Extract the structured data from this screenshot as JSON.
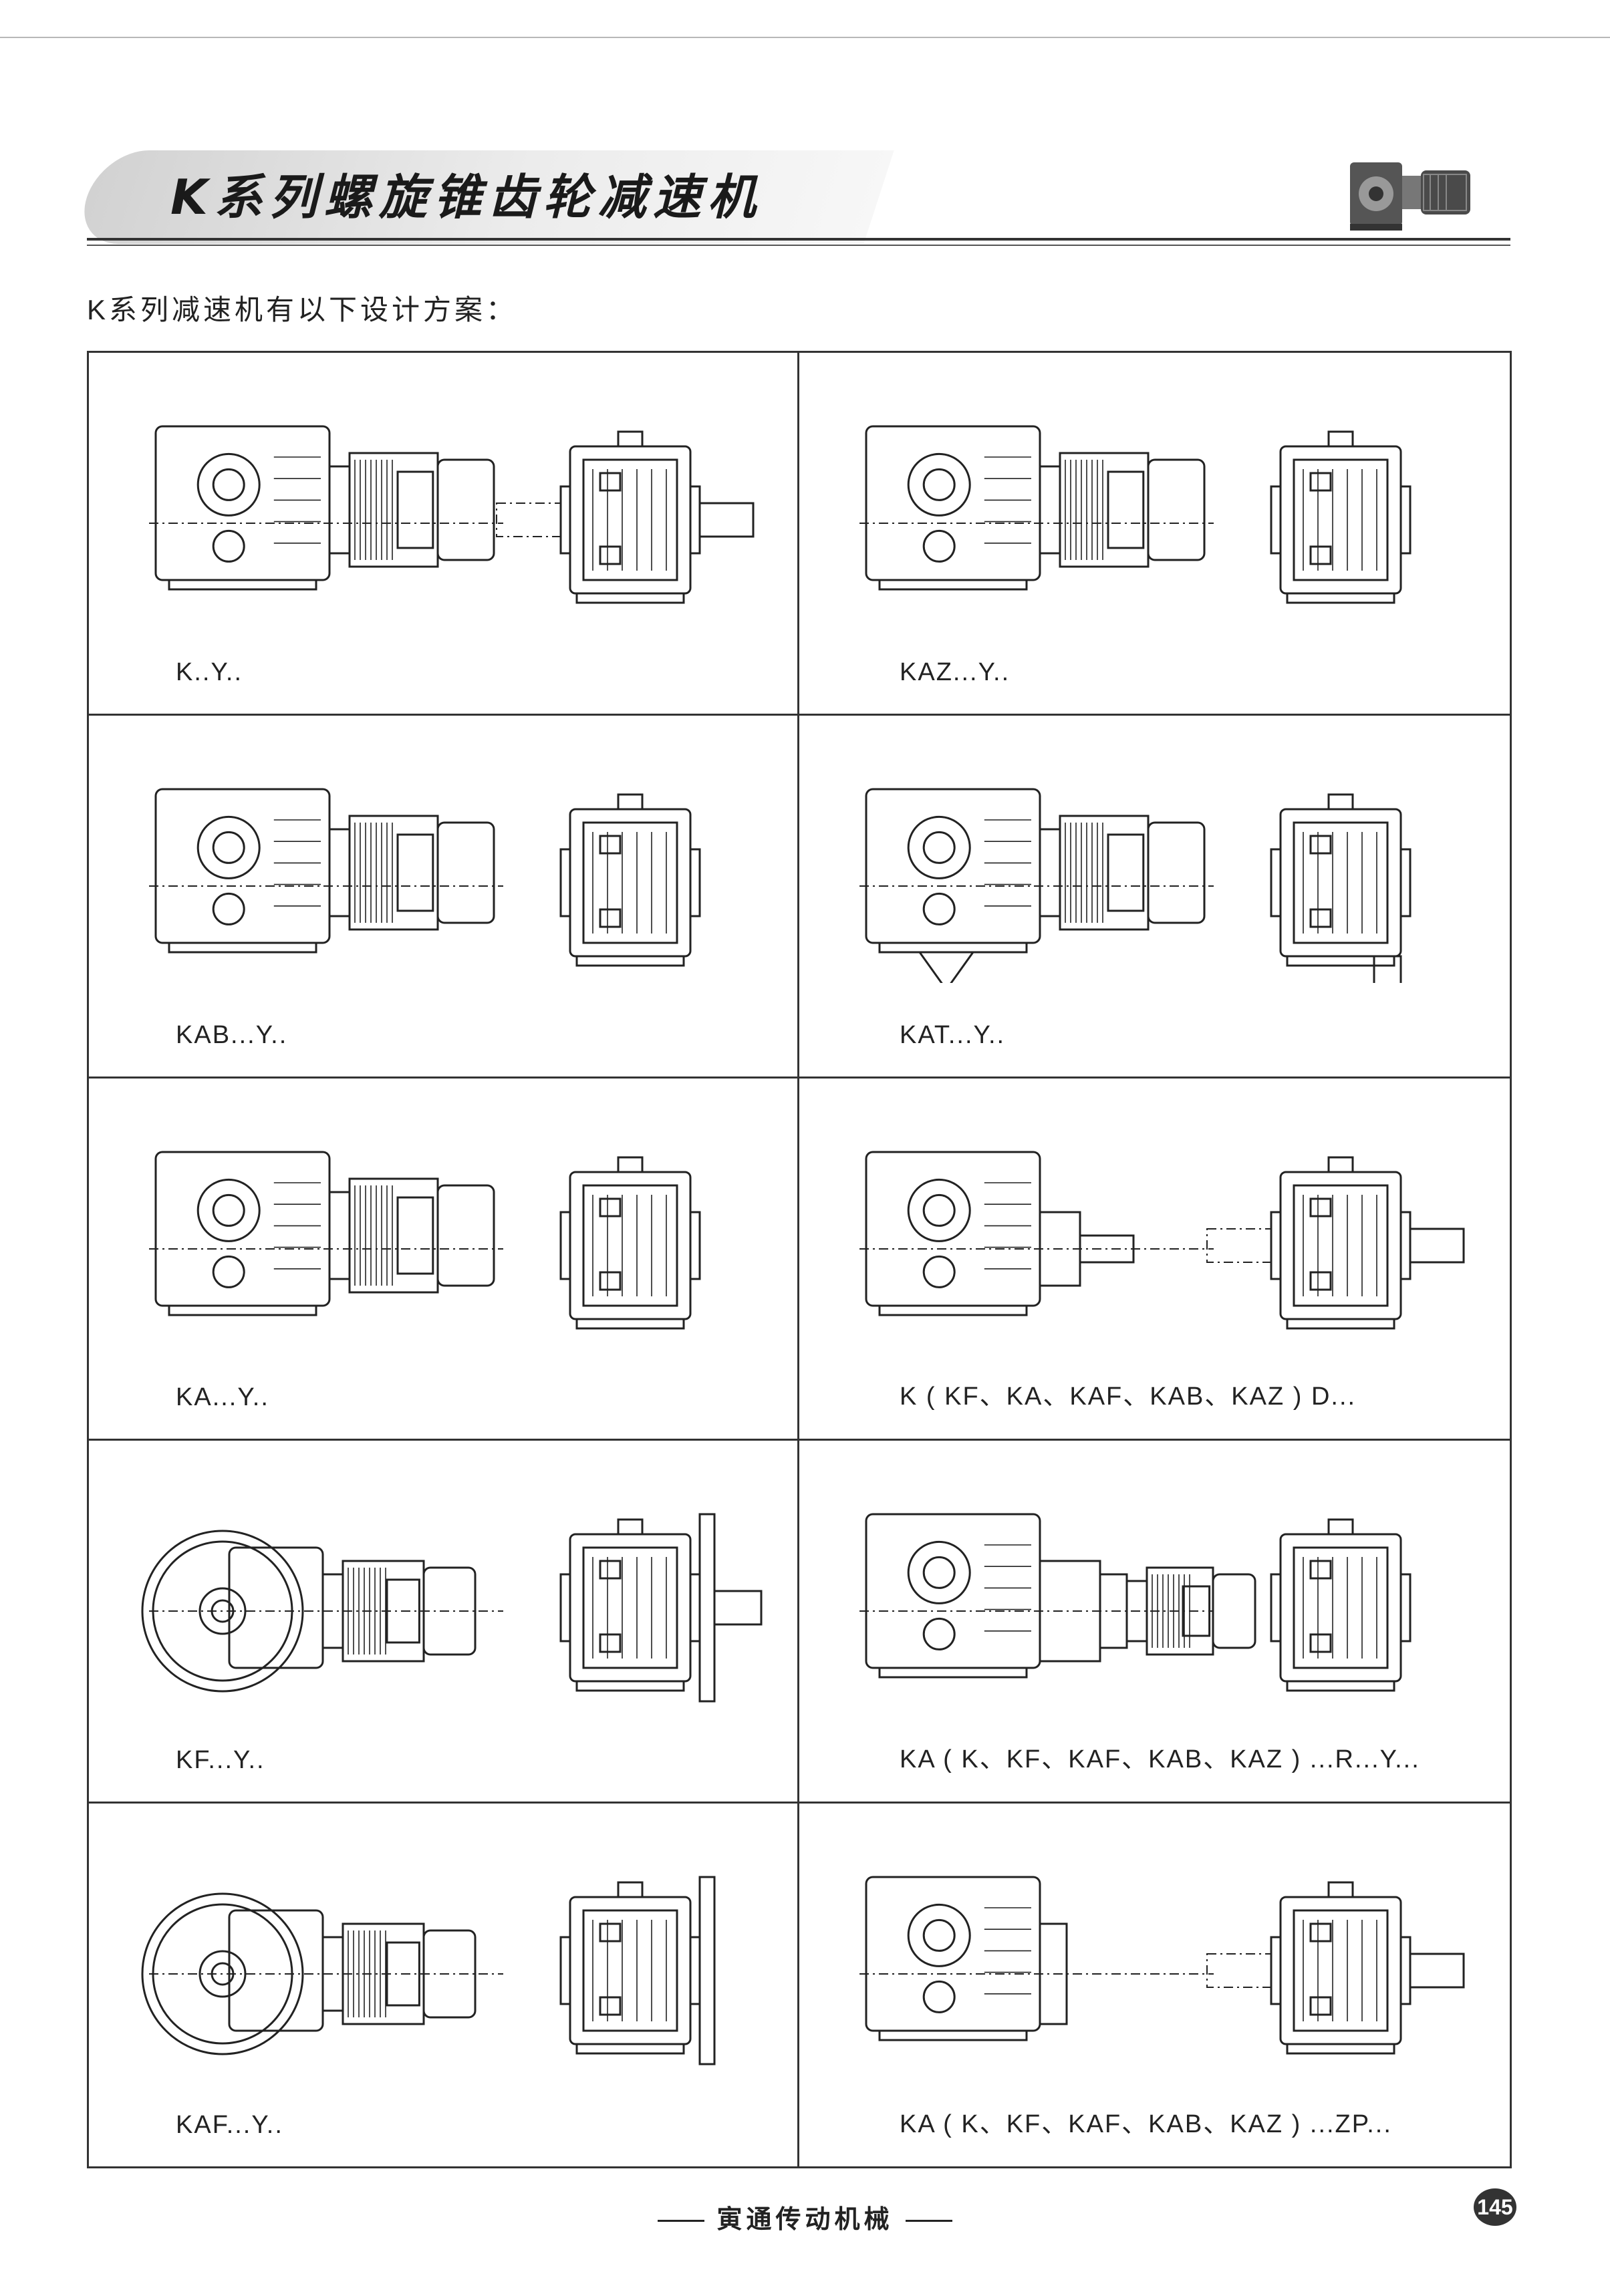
{
  "header": {
    "title": "K系列螺旋锥齿轮减速机",
    "product_icon": "gear-reducer-thumbnail"
  },
  "intro": "K系列减速机有以下设计方案：",
  "designs": [
    {
      "label": "K..Y..",
      "variant": "foot"
    },
    {
      "label": "KAZ...Y..",
      "variant": "hollow-torque"
    },
    {
      "label": "KAB...Y..",
      "variant": "foot-hollow"
    },
    {
      "label": "KAT...Y..",
      "variant": "torque-arm"
    },
    {
      "label": "KA...Y..",
      "variant": "hollow"
    },
    {
      "label": "K ( KF、KA、KAF、KAB、KAZ ) D...",
      "variant": "input-shaft"
    },
    {
      "label": "KF...Y..",
      "variant": "flange"
    },
    {
      "label": "KA ( K、KF、KAF、KAB、KAZ ) ...R...Y...",
      "variant": "double-stage"
    },
    {
      "label": "KAF...Y..",
      "variant": "flange-hollow"
    },
    {
      "label": "KA ( K、KF、KAF、KAB、KAZ ) ...ZP...",
      "variant": "adapter"
    }
  ],
  "footer": {
    "company": "寅通传动机械",
    "page": "145"
  }
}
